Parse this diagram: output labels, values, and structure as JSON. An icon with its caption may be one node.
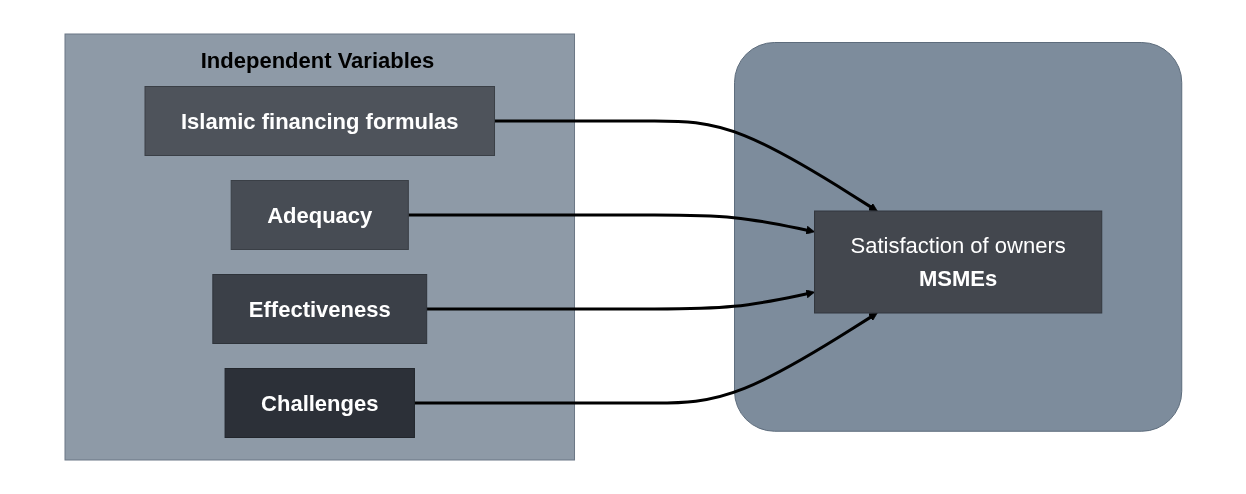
{
  "diagram": {
    "nodes": [
      {
        "text": [
          "Independent Variables"
        ]
      },
      {
        "text": [
          "Islamic financing formulas"
        ],
        "in": 0
      },
      {
        "text": [
          "Adequacy"
        ],
        "in": 0
      },
      {
        "text": [
          "Effectiveness"
        ],
        "in": 0
      },
      {
        "text": [
          "Challenges"
        ],
        "in": 0
      },
      {
        "text": [],
        "shape": "box"
      },
      {
        "text": [
          "Satisfaction of owners",
          "MSMEs"
        ],
        "in": 5
      }
    ],
    "edges": [
      {
        "from": 1,
        "to": 6,
        "arrow": "to"
      },
      {
        "from": 2,
        "to": 6,
        "arrow": "to"
      },
      {
        "from": 3,
        "to": 6,
        "arrow": "to"
      },
      {
        "from": 4,
        "to": 6,
        "arrow": "to"
      }
    ]
  }
}
